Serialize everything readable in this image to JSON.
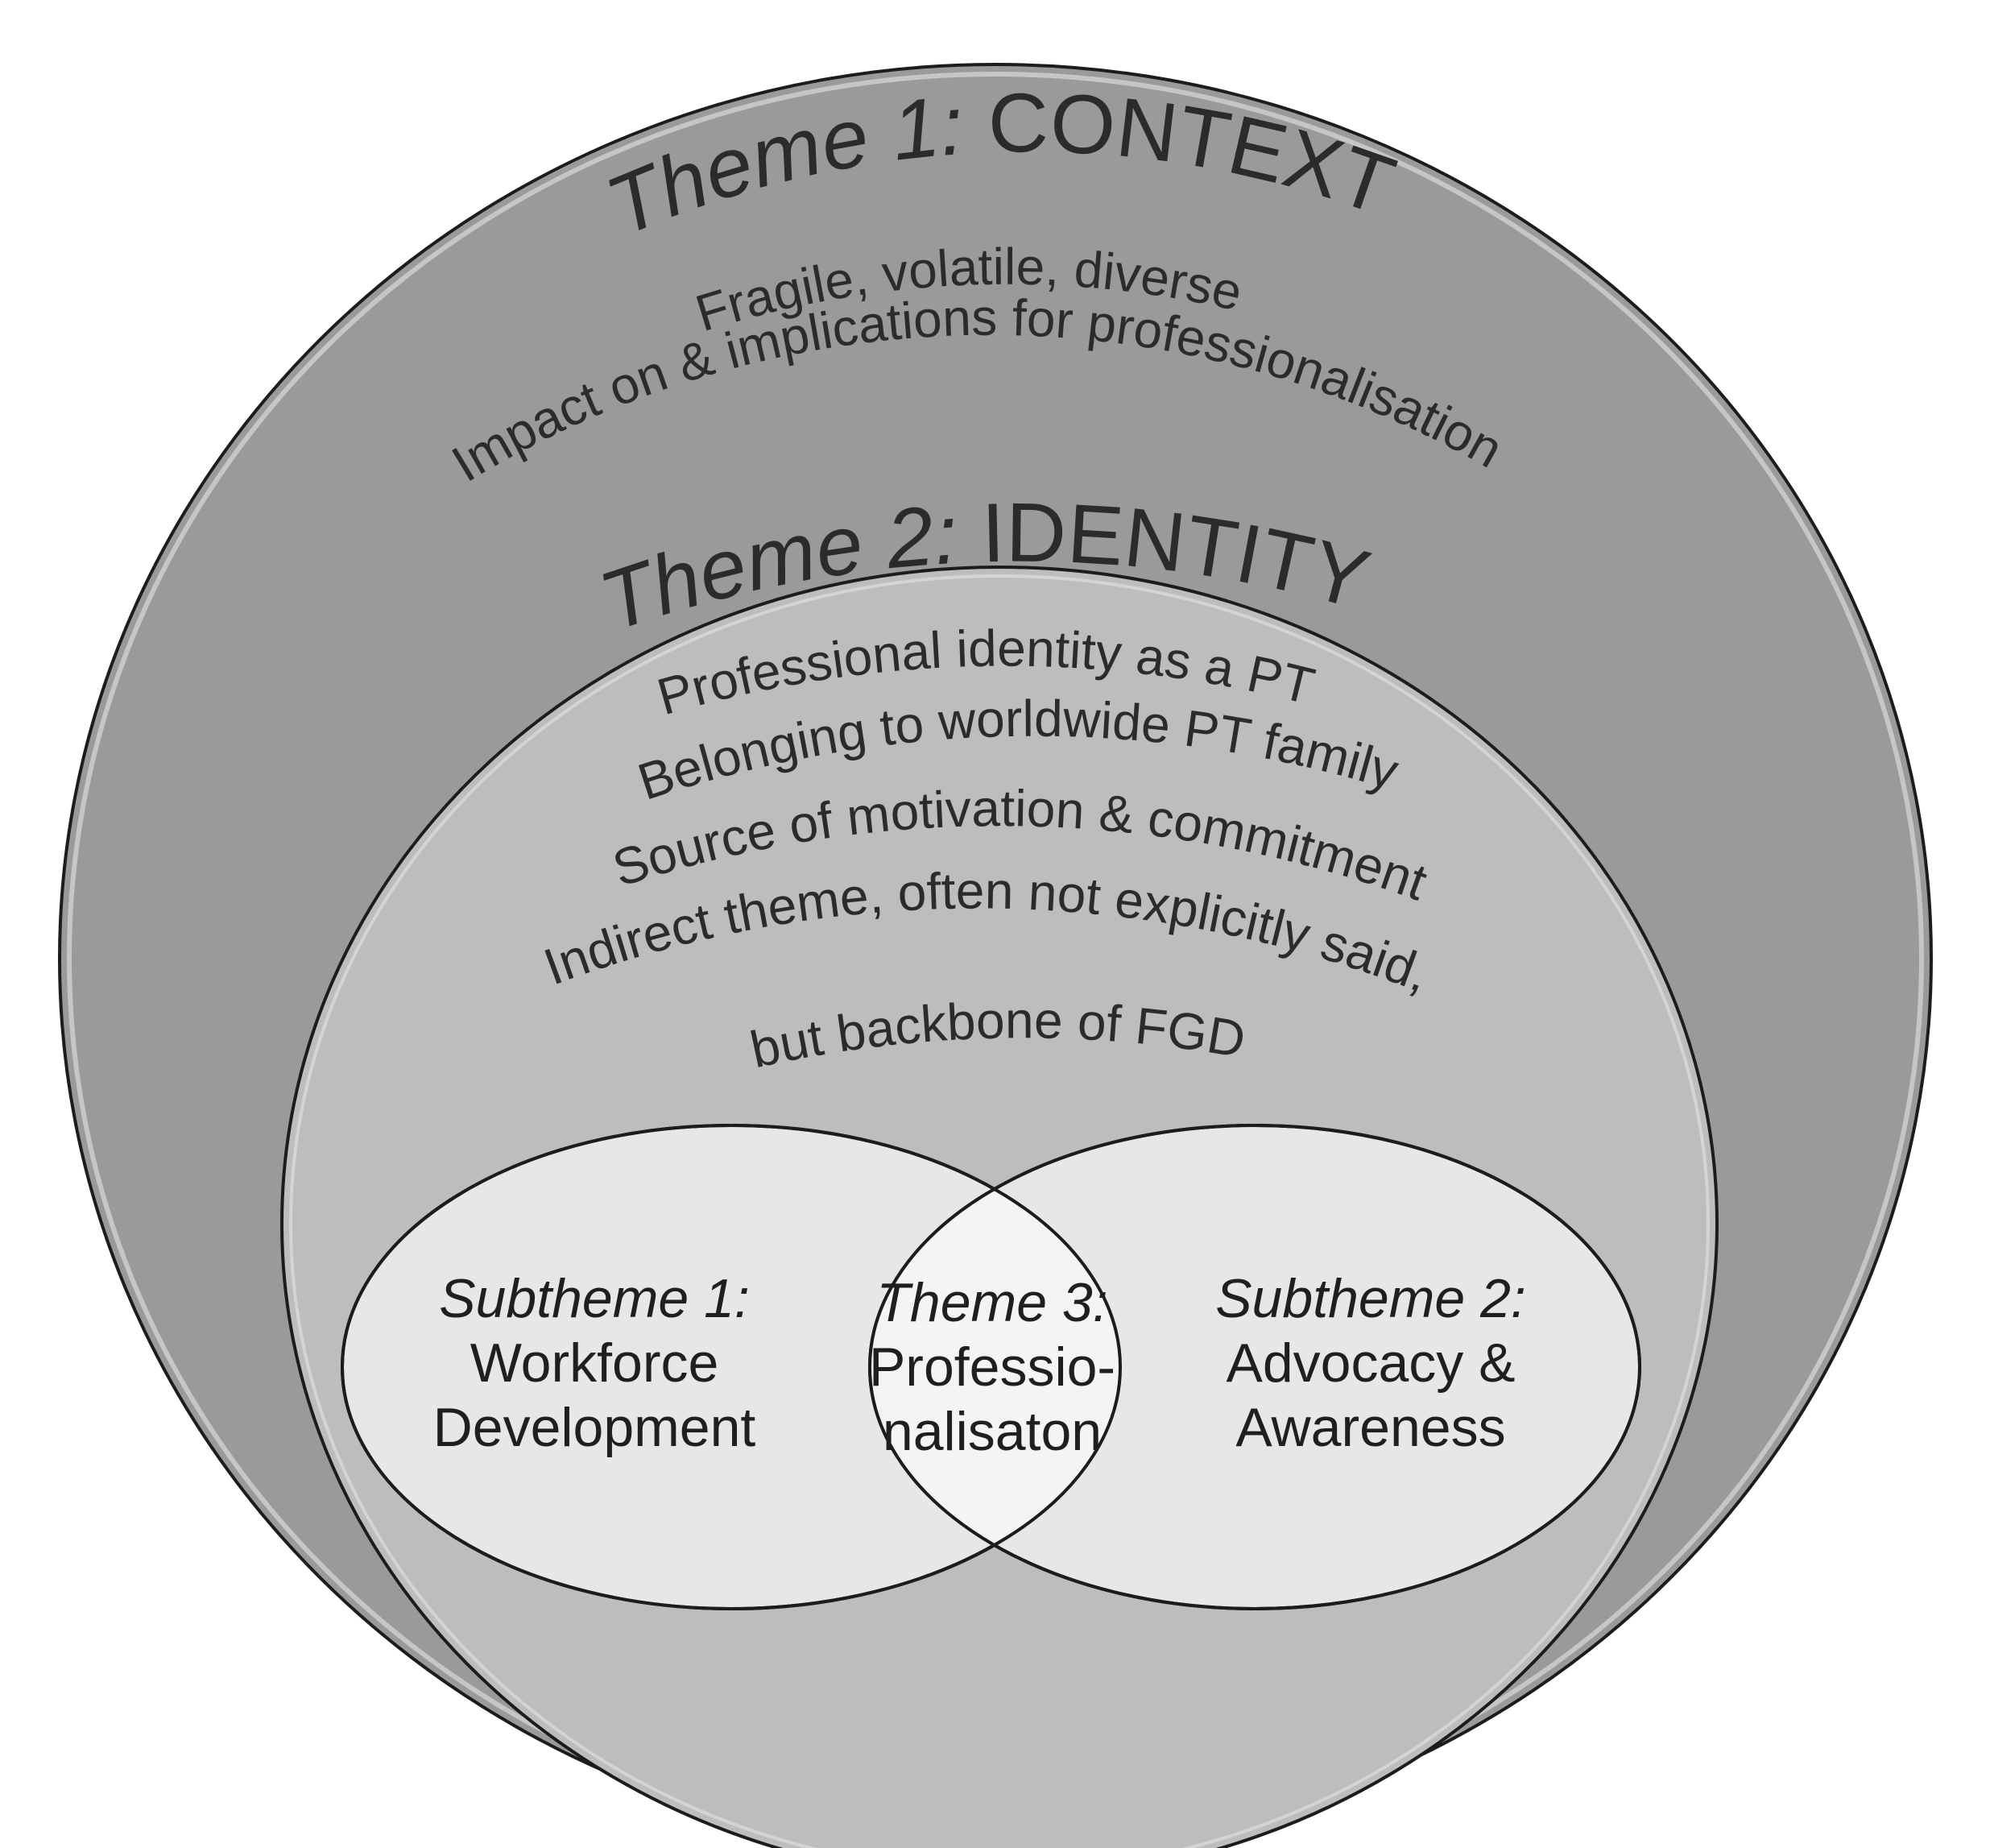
{
  "colors": {
    "outer_circle": "#9a9a9a",
    "identity_ellipse": "#bdbdbd",
    "sub_ellipses": "#e7e7e7",
    "intersection": "#f4f4f4",
    "stroke": "#1c1c1c",
    "text": "#2b2b2b"
  },
  "theme1": {
    "title_prefix": "Theme 1:",
    "title_name": "CONTEXT",
    "lines": [
      "Fragile, volatile, diverse",
      "Impact on & implications for professionalisation"
    ]
  },
  "theme2": {
    "title_prefix": "Theme 2:",
    "title_name": "IDENTITY",
    "lines": [
      "Professional identity as a PT",
      "Belonging to worldwide PT family",
      "Source of motivation & commitment",
      "Indirect theme, often not explicitly said,",
      "but backbone of FGD"
    ]
  },
  "subtheme1": {
    "label": "Subtheme 1:",
    "lines": [
      "Workforce",
      "Development"
    ]
  },
  "theme3": {
    "label": "Theme 3:",
    "lines": [
      "Professio-",
      "nalisaton"
    ]
  },
  "subtheme2": {
    "label": "Subtheme 2:",
    "lines": [
      "Advocacy &",
      "Awareness"
    ]
  }
}
